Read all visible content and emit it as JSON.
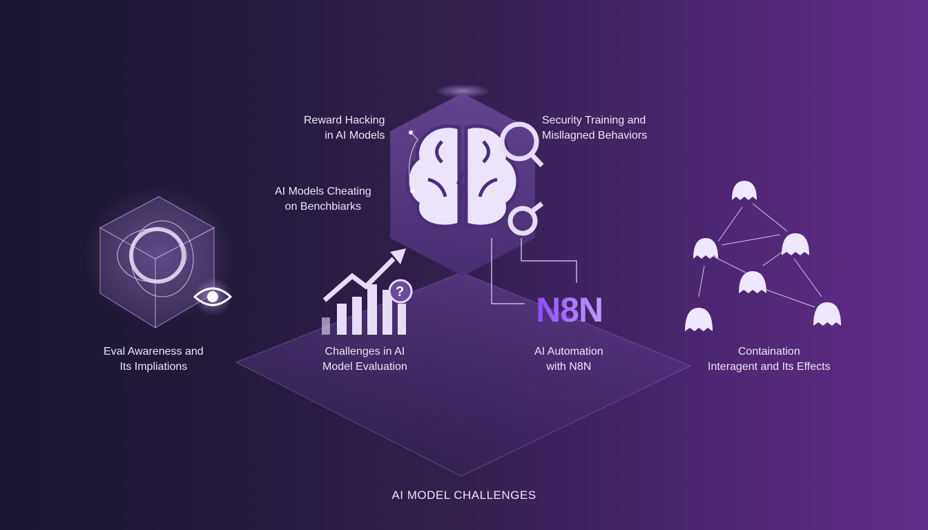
{
  "title": "AI MODEL CHALLENGES",
  "labels": {
    "reward_hacking": [
      "Reward Hacking",
      "in AI Models"
    ],
    "security_training": [
      "Security Training and",
      "Misllagned Behaviors"
    ],
    "cheating": [
      "AI Models Cheating",
      "on Benchbiarks"
    ],
    "eval_awareness": [
      "Eval Awareness and",
      "Its Impliations"
    ],
    "challenges_eval": [
      "Challenges in AI",
      "Model Evaluation"
    ],
    "automation": [
      "AI Automation",
      "with N8N"
    ],
    "containment": [
      "Containation",
      "Interagent and Its Effects"
    ]
  },
  "logo_text": "N8N",
  "colors": {
    "background_left": "#1b1630",
    "background_right": "#612d8a",
    "accent": "#9b6bff"
  }
}
